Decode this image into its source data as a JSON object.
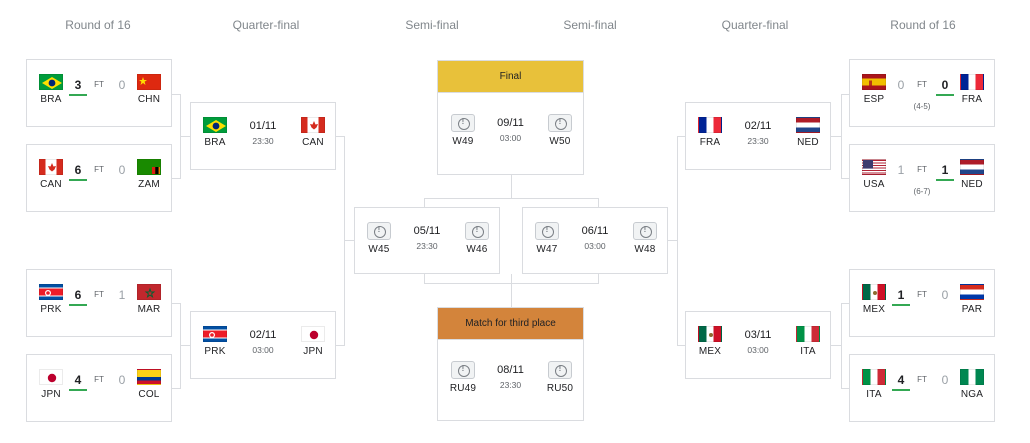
{
  "rounds": {
    "left_r16": "Round of 16",
    "left_qf": "Quarter-final",
    "left_sf": "Semi-final",
    "right_sf": "Semi-final",
    "right_qf": "Quarter-final",
    "right_r16": "Round of 16"
  },
  "left_r16": [
    {
      "home": "BRA",
      "away": "CHN",
      "home_score": "3",
      "away_score": "0",
      "status": "FT",
      "winner": "home"
    },
    {
      "home": "CAN",
      "away": "ZAM",
      "home_score": "6",
      "away_score": "0",
      "status": "FT",
      "winner": "home"
    },
    {
      "home": "PRK",
      "away": "MAR",
      "home_score": "6",
      "away_score": "1",
      "status": "FT",
      "winner": "home"
    },
    {
      "home": "JPN",
      "away": "COL",
      "home_score": "4",
      "away_score": "0",
      "status": "FT",
      "winner": "home"
    }
  ],
  "right_r16": [
    {
      "home": "ESP",
      "away": "FRA",
      "home_score": "0",
      "away_score": "0",
      "status": "FT",
      "penalties": "(4-5)",
      "winner": "away"
    },
    {
      "home": "USA",
      "away": "NED",
      "home_score": "1",
      "away_score": "1",
      "status": "FT",
      "penalties": "(6-7)",
      "winner": "away"
    },
    {
      "home": "MEX",
      "away": "PAR",
      "home_score": "1",
      "away_score": "0",
      "status": "FT",
      "winner": "home"
    },
    {
      "home": "ITA",
      "away": "NGA",
      "home_score": "4",
      "away_score": "0",
      "status": "FT",
      "winner": "home"
    }
  ],
  "left_qf": [
    {
      "home": "BRA",
      "away": "CAN",
      "date": "01/11",
      "time": "23:30"
    },
    {
      "home": "PRK",
      "away": "JPN",
      "date": "02/11",
      "time": "03:00"
    }
  ],
  "right_qf": [
    {
      "home": "FRA",
      "away": "NED",
      "date": "02/11",
      "time": "23:30"
    },
    {
      "home": "MEX",
      "away": "ITA",
      "date": "03/11",
      "time": "03:00"
    }
  ],
  "semis": [
    {
      "home": "W45",
      "away": "W46",
      "date": "05/11",
      "time": "23:30"
    },
    {
      "home": "W47",
      "away": "W48",
      "date": "06/11",
      "time": "03:00"
    }
  ],
  "final": {
    "title": "Final",
    "home": "W49",
    "away": "W50",
    "date": "09/11",
    "time": "03:00",
    "color": "#e8c13a"
  },
  "third_place": {
    "title": "Match for third place",
    "home": "RU49",
    "away": "RU50",
    "date": "08/11",
    "time": "23:30",
    "color": "#d3843b"
  },
  "colors": {
    "border": "#dadce0",
    "winner_underline": "#34a853",
    "muted": "#9aa0a6"
  }
}
